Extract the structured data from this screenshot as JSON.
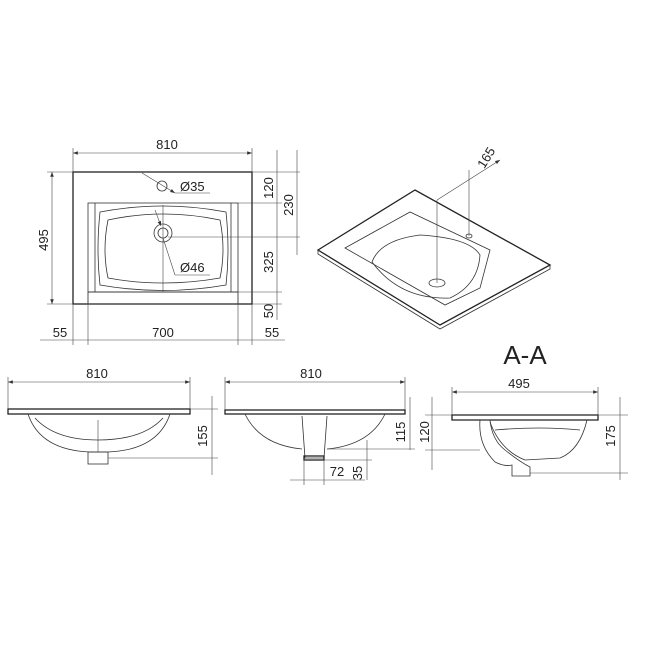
{
  "top_view": {
    "width": "810",
    "depth": "495",
    "tap_hole": "Ø35",
    "drain": "Ø46",
    "dim_120": "120",
    "dim_230": "230",
    "dim_325": "325",
    "dim_50": "50",
    "left_margin": "55",
    "basin_width": "700",
    "right_margin": "55"
  },
  "perspective_view": {
    "dim_165": "165"
  },
  "section_label": "A-A",
  "front_view": {
    "width": "810",
    "height": "155"
  },
  "side_view": {
    "width": "810",
    "dim_115": "115",
    "dim_120": "120",
    "dim_72": "72",
    "dim_35": "35"
  },
  "section_view": {
    "width": "495",
    "height": "175"
  }
}
